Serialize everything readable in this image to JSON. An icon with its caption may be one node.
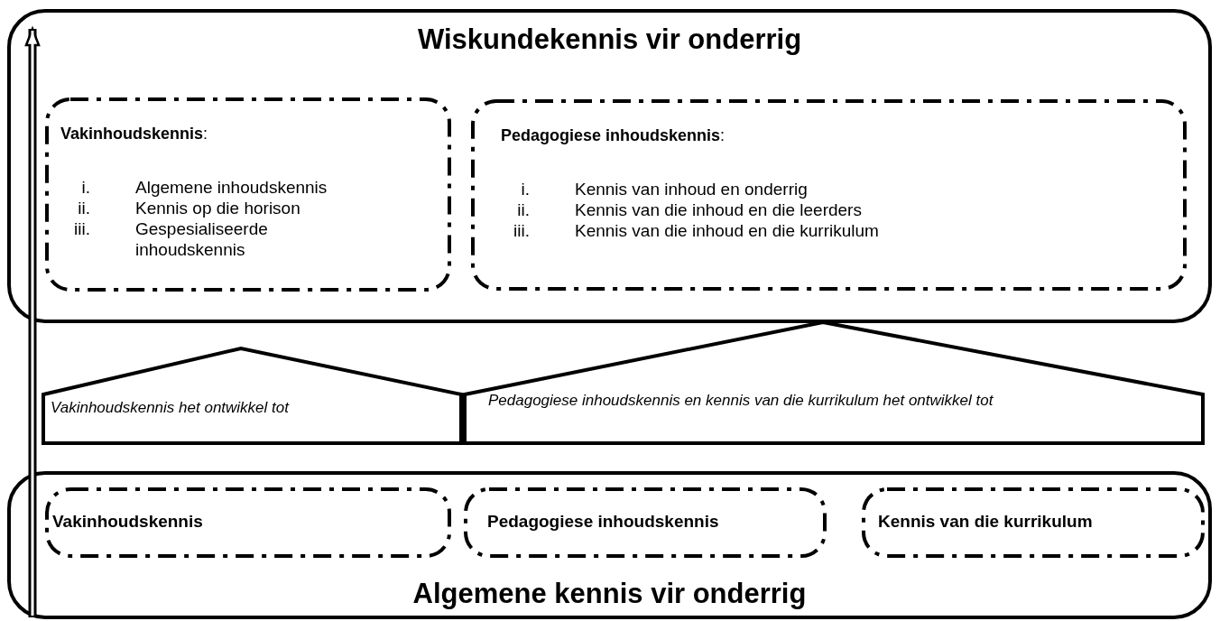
{
  "diagram": {
    "nodes": [
      {
        "text": [
          "Wiskundekennis vir onderrig"
        ]
      },
      {
        "text": [
          "**Vakinhoudskennis**:",
          "i. Algemene inhoudskennis",
          "ii. Kennis op die horison",
          "iii. Gespesialiseerde inhoudskennis"
        ],
        "in": 0
      },
      {
        "text": [
          "**Pedagogiese inhoudskennis**:",
          "i. Kennis van inhoud en onderrig",
          "ii. Kennis van die inhoud en die leerders",
          "iii. Kennis van die inhoud en die kurrikulum"
        ],
        "in": 0
      },
      {
        "text": [
          "Vakinhoudskennis het ontwikkel tot"
        ]
      },
      {
        "text": [
          "Pedagogiese inhoudskennis en kennis van die kurrikulum het ontwikkel tot"
        ]
      },
      {
        "text": [
          "Algemene kennis vir onderrig"
        ]
      },
      {
        "text": [
          "Vakinhoudskennis"
        ],
        "in": 5
      },
      {
        "text": [
          "Pedagogiese inhoudskennis"
        ],
        "in": 5
      },
      {
        "text": [
          "Kennis van die kurrikulum"
        ],
        "in": 5
      }
    ],
    "edges": [
      {
        "from": 5,
        "to": 0,
        "arrow": "to"
      }
    ]
  }
}
